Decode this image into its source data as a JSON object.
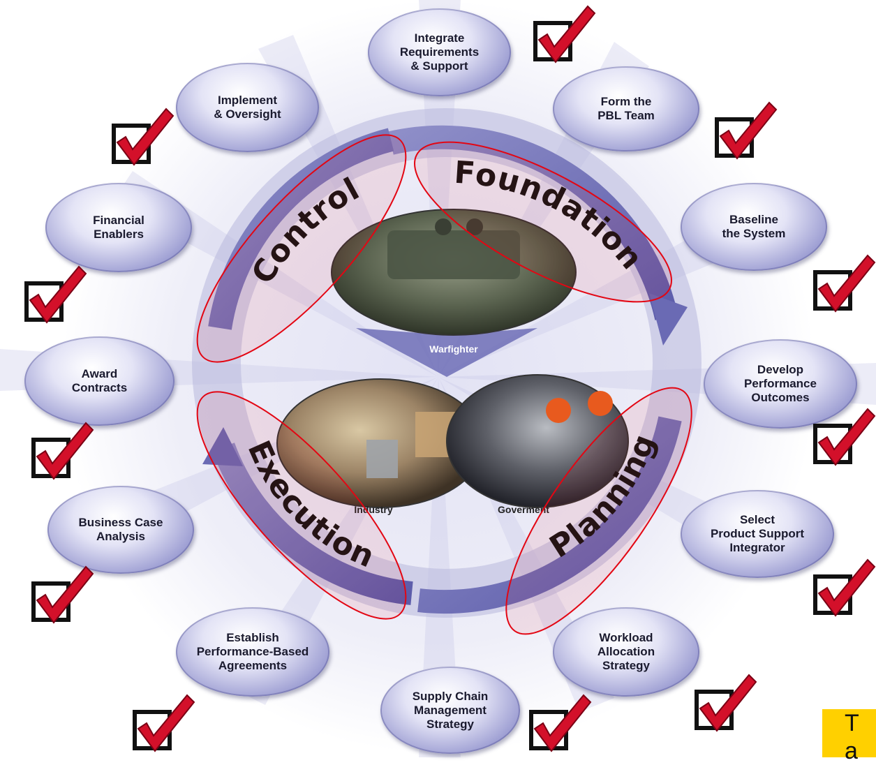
{
  "steps": [
    {
      "label": "Integrate\nRequirements\n& Support"
    },
    {
      "label": "Form the\nPBL Team"
    },
    {
      "label": "Baseline\nthe System"
    },
    {
      "label": "Develop\nPerformance\nOutcomes"
    },
    {
      "label": "Select\nProduct Support\nIntegrator"
    },
    {
      "label": "Workload\nAllocation\nStrategy"
    },
    {
      "label": "Supply Chain\nManagement\nStrategy"
    },
    {
      "label": "Establish\nPerformance-Based\nAgreements"
    },
    {
      "label": "Business Case\nAnalysis"
    },
    {
      "label": "Award\nContracts"
    },
    {
      "label": "Financial\nEnablers"
    },
    {
      "label": "Implement\n& Oversight"
    }
  ],
  "phases": {
    "foundation": "Foundation",
    "planning": "Planning",
    "execution": "Execution",
    "control": "Control"
  },
  "photos": {
    "warfighter": "Warfighter",
    "industry": "Industry",
    "government": "Goverment"
  },
  "note_text": "T\na",
  "colors": {
    "arrow": "#7272b8",
    "highlight": "#e30613",
    "check_red": "#d3102a",
    "note_bg": "#ffd000"
  },
  "icons": {
    "check": "checkbox-checkmark-icon"
  }
}
